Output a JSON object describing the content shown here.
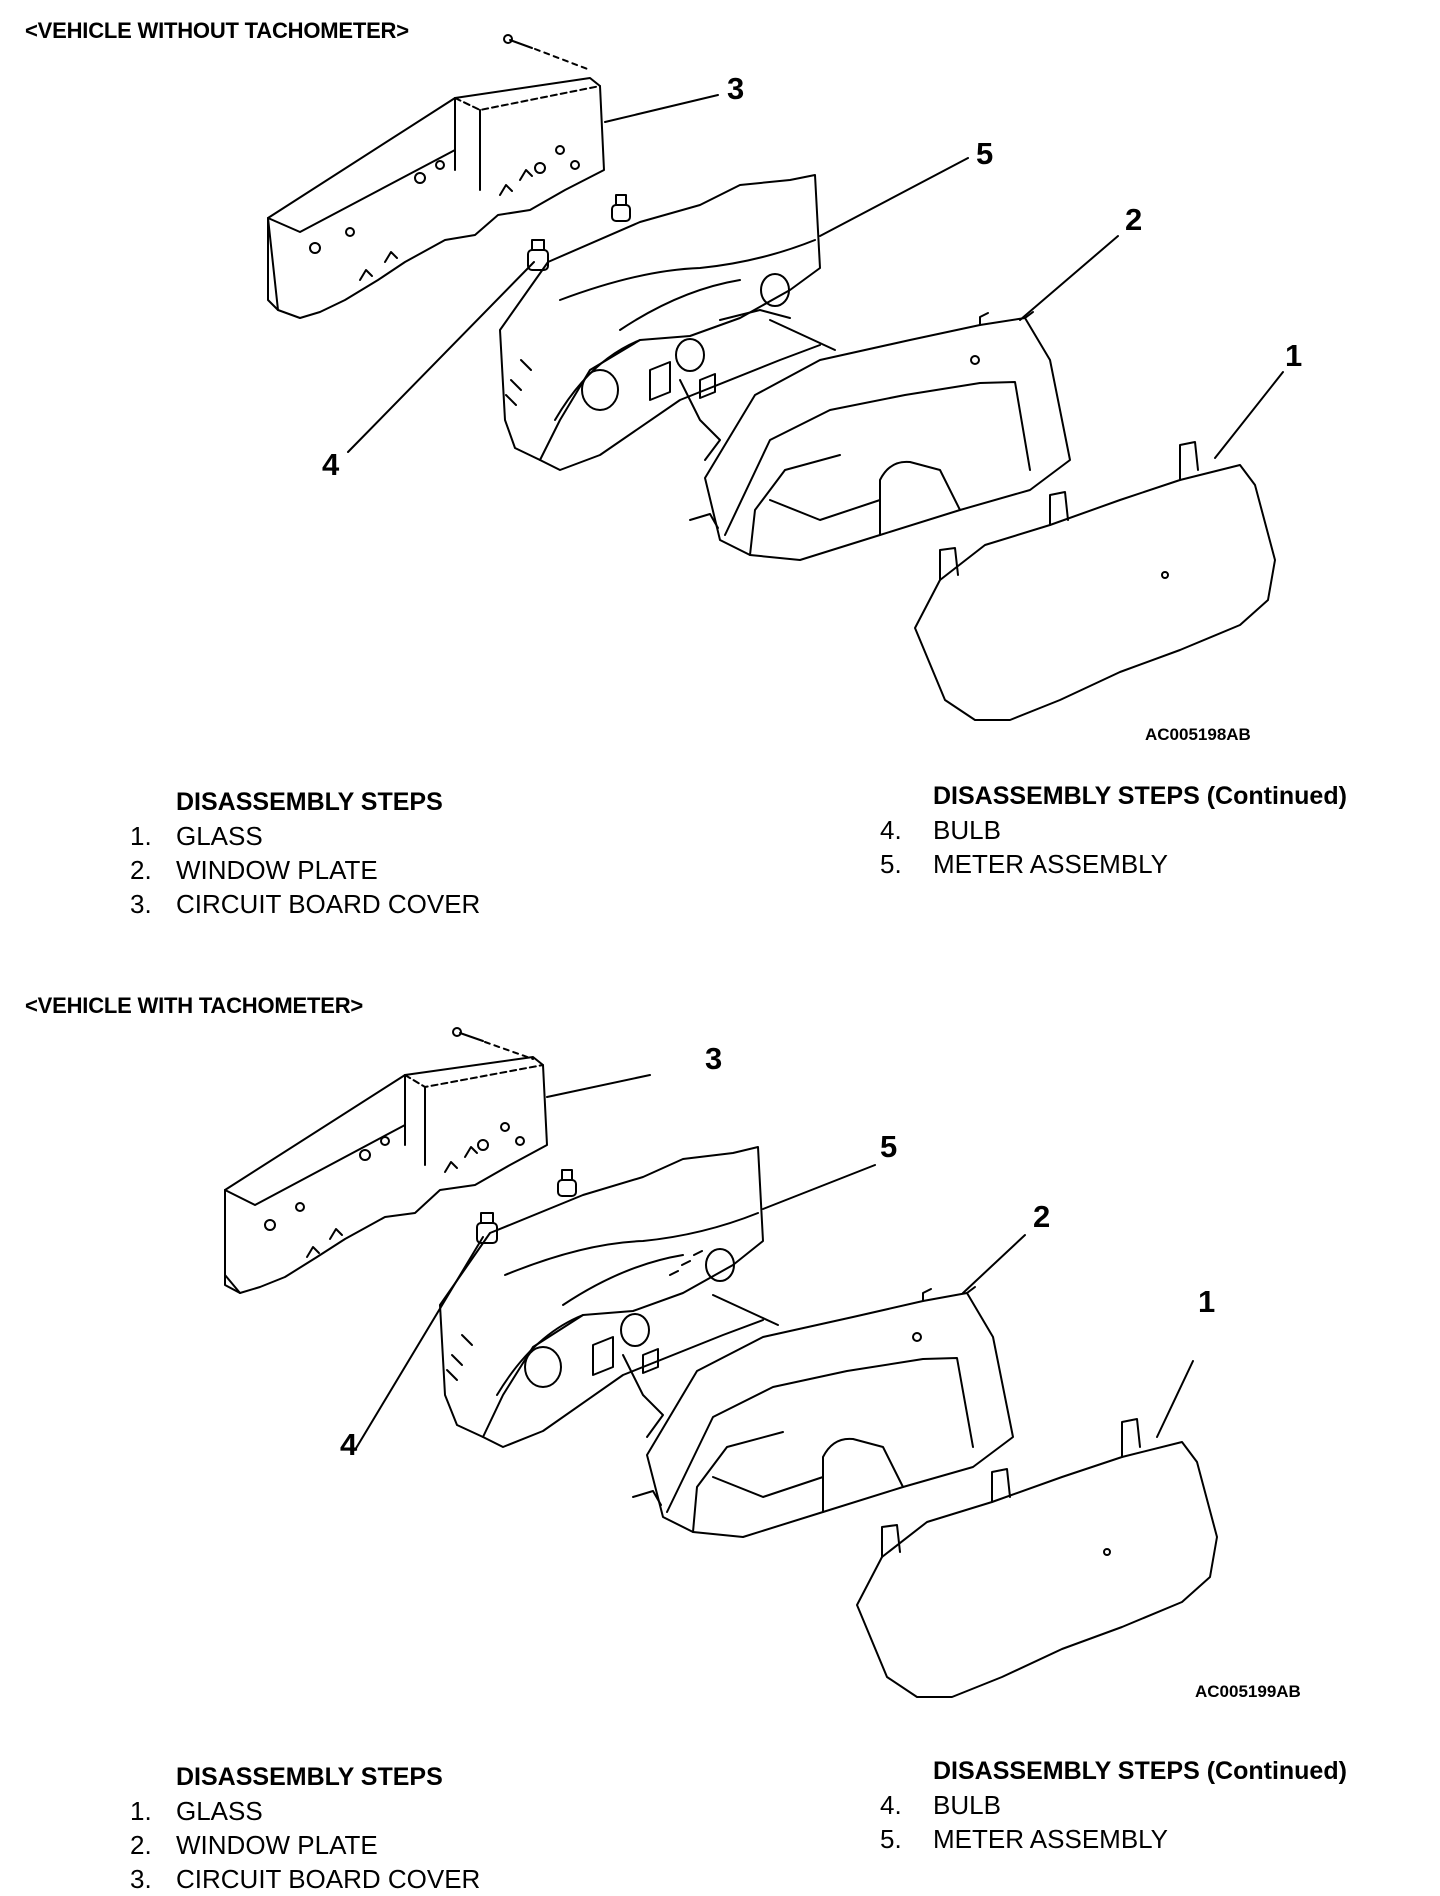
{
  "sections": [
    {
      "heading": "<VEHICLE WITHOUT TACHOMETER>",
      "figure_code": "AC005198AB",
      "callouts": [
        "1",
        "2",
        "3",
        "4",
        "5"
      ],
      "steps_left": {
        "title": "DISASSEMBLY STEPS",
        "items": [
          {
            "num": "1.",
            "label": "GLASS"
          },
          {
            "num": "2.",
            "label": "WINDOW PLATE"
          },
          {
            "num": "3.",
            "label": "CIRCUIT BOARD COVER"
          }
        ]
      },
      "steps_right": {
        "title": "DISASSEMBLY STEPS (Continued)",
        "items": [
          {
            "num": "4.",
            "label": "BULB"
          },
          {
            "num": "5.",
            "label": "METER ASSEMBLY"
          }
        ]
      }
    },
    {
      "heading": "<VEHICLE WITH TACHOMETER>",
      "figure_code": "AC005199AB",
      "callouts": [
        "1",
        "2",
        "3",
        "4",
        "5"
      ],
      "steps_left": {
        "title": "DISASSEMBLY STEPS",
        "items": [
          {
            "num": "1.",
            "label": "GLASS"
          },
          {
            "num": "2.",
            "label": "WINDOW PLATE"
          },
          {
            "num": "3.",
            "label": "CIRCUIT BOARD COVER"
          }
        ]
      },
      "steps_right": {
        "title": "DISASSEMBLY STEPS (Continued)",
        "items": [
          {
            "num": "4.",
            "label": "BULB"
          },
          {
            "num": "5.",
            "label": "METER ASSEMBLY"
          }
        ]
      }
    }
  ]
}
